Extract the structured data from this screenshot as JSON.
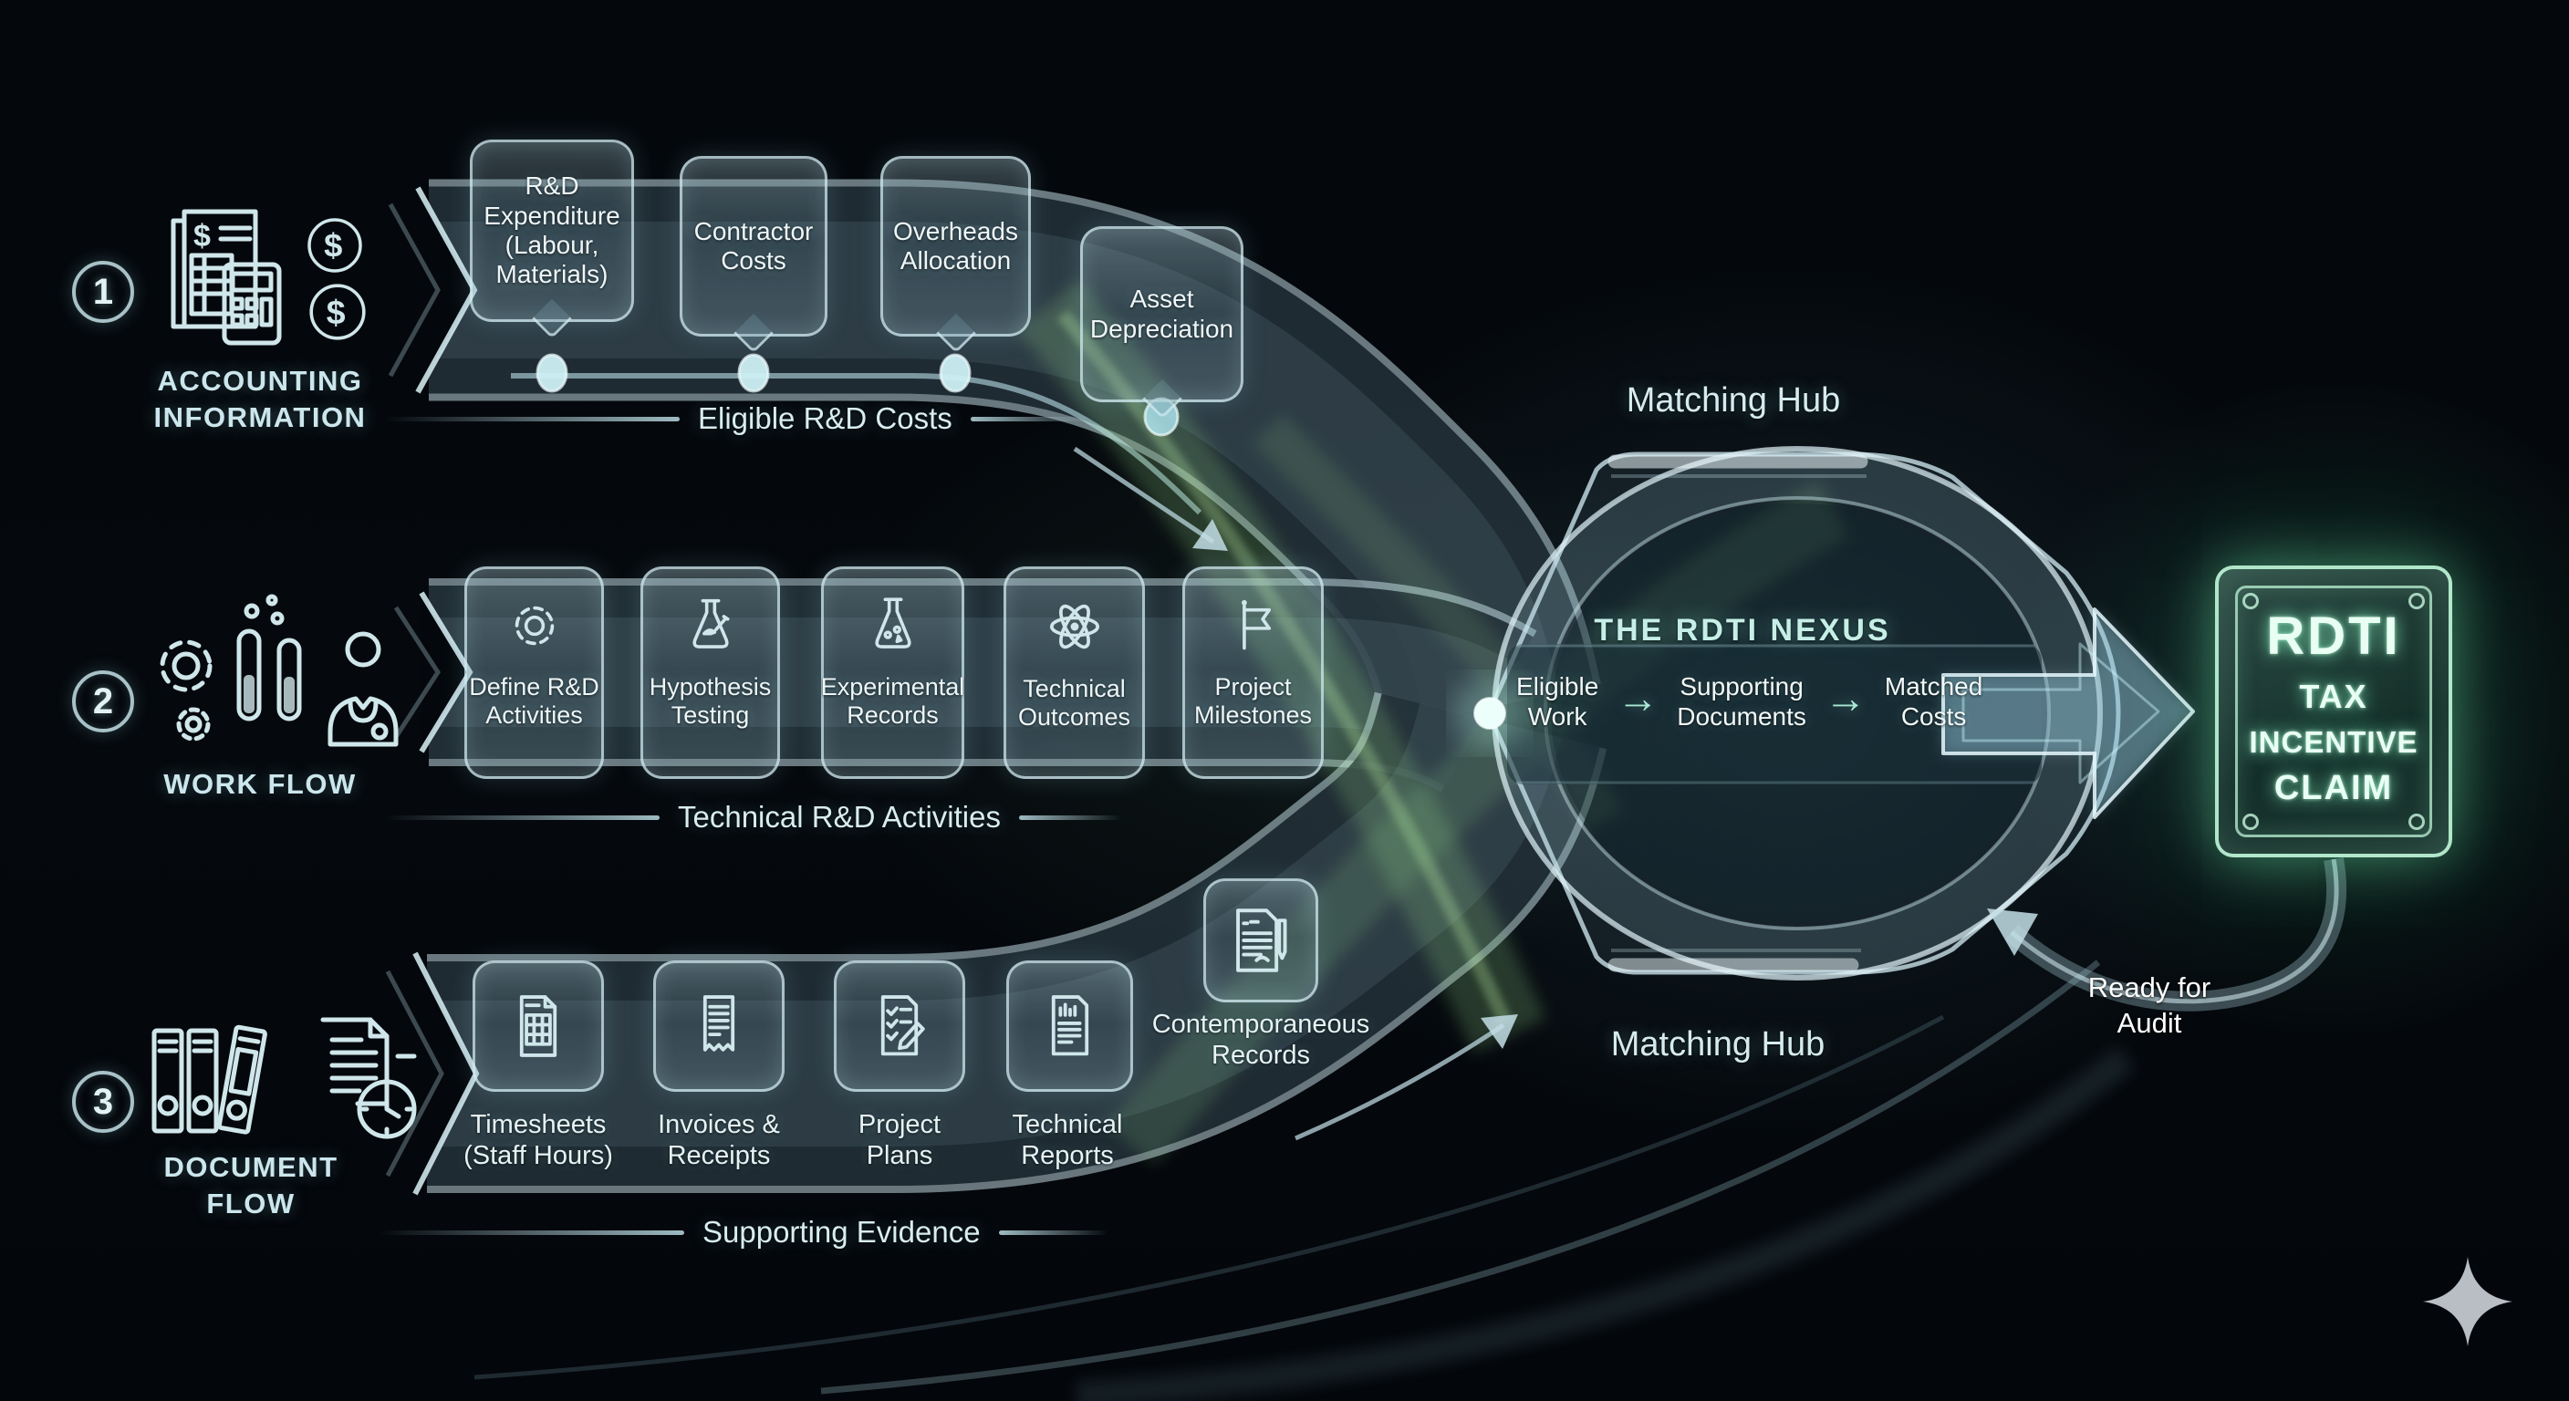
{
  "flows": [
    {
      "number": "1",
      "name": "ACCOUNTING\nINFORMATION",
      "stream_label": "Eligible R&D Costs",
      "items": [
        {
          "label": "R&D\nExpenditure\n(Labour,\nMaterials)"
        },
        {
          "label": "Contractor\nCosts"
        },
        {
          "label": "Overheads\nAllocation"
        },
        {
          "label": "Asset\nDepreciation"
        }
      ]
    },
    {
      "number": "2",
      "name": "WORK FLOW",
      "stream_label": "Technical R&D Activities",
      "items": [
        {
          "label": "Define R&D\nActivities"
        },
        {
          "label": "Hypothesis\nTesting"
        },
        {
          "label": "Experimental\nRecords"
        },
        {
          "label": "Technical\nOutcomes"
        },
        {
          "label": "Project\nMilestones"
        }
      ]
    },
    {
      "number": "3",
      "name": "DOCUMENT\nFLOW",
      "stream_label": "Supporting Evidence",
      "items": [
        {
          "label": "Timesheets\n(Staff Hours)"
        },
        {
          "label": "Invoices &\nReceipts"
        },
        {
          "label": "Project\nPlans"
        },
        {
          "label": "Technical\nReports"
        },
        {
          "label": "Contemporaneous\nRecords"
        }
      ]
    }
  ],
  "hub": {
    "top_label": "Matching Hub",
    "bottom_label": "Matching Hub",
    "nexus_title": "THE RDTI NEXUS",
    "step_arrow": "→",
    "steps": [
      {
        "label": "Eligible\nWork"
      },
      {
        "label": "Supporting\nDocuments"
      },
      {
        "label": "Matched\nCosts"
      }
    ]
  },
  "result": {
    "badge": {
      "line1": "RDTI",
      "line2": "TAX",
      "line3": "INCENTIVE",
      "line4": "CLAIM"
    },
    "audit_label": "Ready for\nAudit"
  },
  "colors": {
    "background": "#04080c",
    "glass_edge": "#d6eef4",
    "text": "#e8f4f6",
    "accent_green": "#9fe0a8",
    "badge_glow": "#6ee7b7"
  }
}
